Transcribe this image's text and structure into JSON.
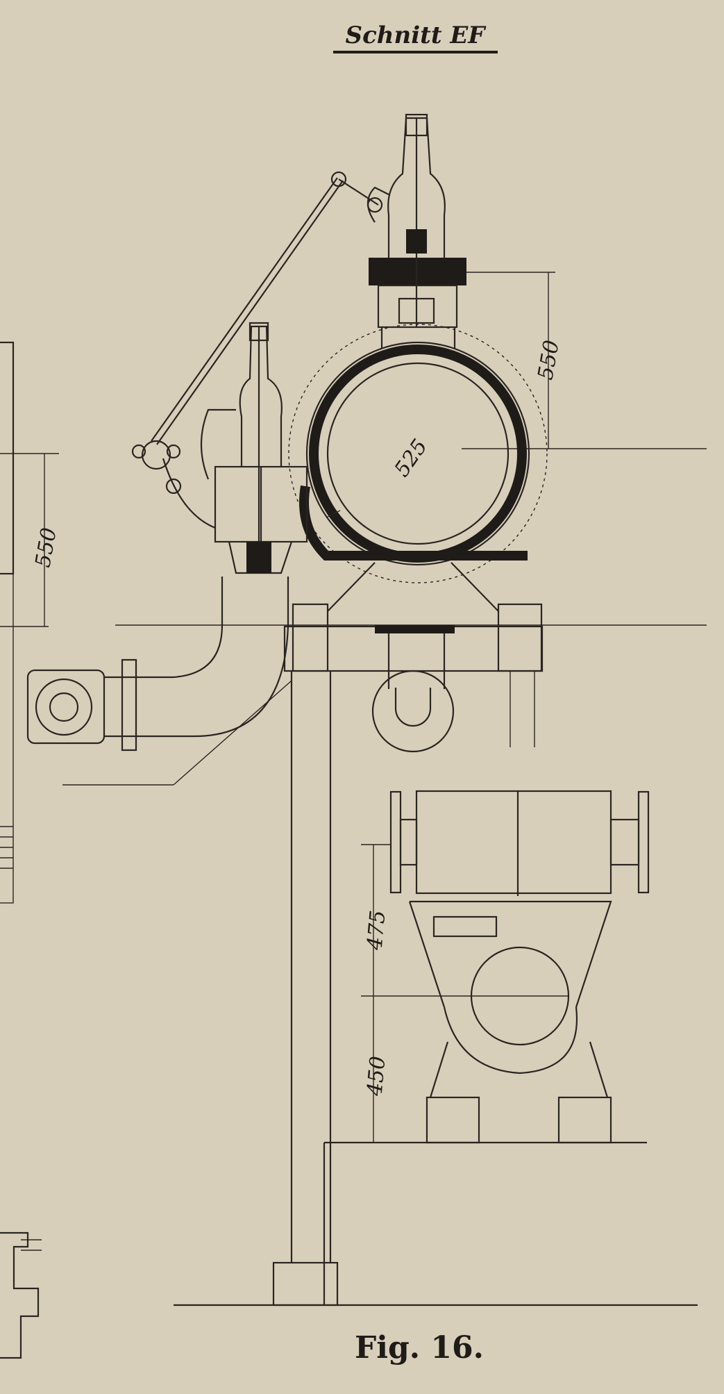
{
  "title": "Schnitt EF",
  "caption": "Fig. 16.",
  "dimensions": {
    "upper_right_height": "550",
    "cylinder_diameter": "525",
    "left_height": "550",
    "lower_upper_height": "475",
    "lower_base_height": "450"
  },
  "colors": {
    "paper": "#d8cfbb",
    "ink": "#1f1b18"
  }
}
